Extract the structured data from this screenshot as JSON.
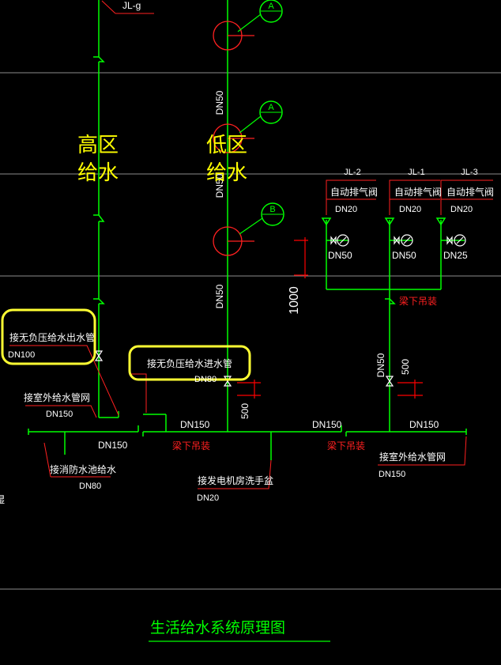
{
  "colors": {
    "background": "#000000",
    "pipe_green": "#00ff00",
    "label_white": "#ffffff",
    "leader_red": "#ff2020",
    "zone_yellow": "#ffff00",
    "dim_red": "#ff0000",
    "gridline_gray": "#8c8c8c",
    "highlight_yellow": "#ffff33",
    "title_green": "#00ff00"
  },
  "top_labels": {
    "jl_g": "JL-g"
  },
  "zones": {
    "high": {
      "line1": "高区",
      "line2": "给水"
    },
    "low": {
      "line1": "低区",
      "line2": "给水"
    }
  },
  "bubbles": {
    "a1": "A",
    "a2": "A",
    "b": "B"
  },
  "riser_dn": {
    "upper": "DN50",
    "middle": "DN50",
    "lower": "DN50"
  },
  "risers": {
    "jl2": {
      "name": "JL-2",
      "valve": "自动排气阀",
      "valve_dn": "DN20",
      "pipe_dn": "DN50"
    },
    "jl1": {
      "name": "JL-1",
      "valve": "自动排气阀",
      "valve_dn": "DN20",
      "pipe_dn": "DN50"
    },
    "jl3": {
      "name": "JL-3",
      "valve": "自动排气阀",
      "valve_dn": "DN20",
      "pipe_dn": "DN25"
    }
  },
  "dims": {
    "d1000": "1000",
    "d500a": "500",
    "d500b": "500"
  },
  "beam_hanging": {
    "a": "梁下吊装",
    "b": "梁下吊装",
    "c": "梁下吊装"
  },
  "highlighted": {
    "outlet": {
      "text": "接无负压给水出水管",
      "dn": "DN100"
    },
    "inlet": {
      "text": "接无负压给水进水管",
      "dn": "DN80"
    }
  },
  "connections": {
    "outdoor_left": {
      "text": "接室外给水管网",
      "dn": "DN150"
    },
    "fire_pool": {
      "text": "接消防水池给水",
      "dn": "DN80"
    },
    "generator_sink": {
      "text": "接发电机房洗手盆",
      "dn": "DN20"
    },
    "outdoor_right": {
      "text": "接室外给水管网",
      "dn": "DN150"
    }
  },
  "main_dn": {
    "a": "DN150",
    "b": "DN150",
    "c": "DN150",
    "d": "DN150"
  },
  "cut_left": "湿",
  "title": "生活给水系统原理图"
}
